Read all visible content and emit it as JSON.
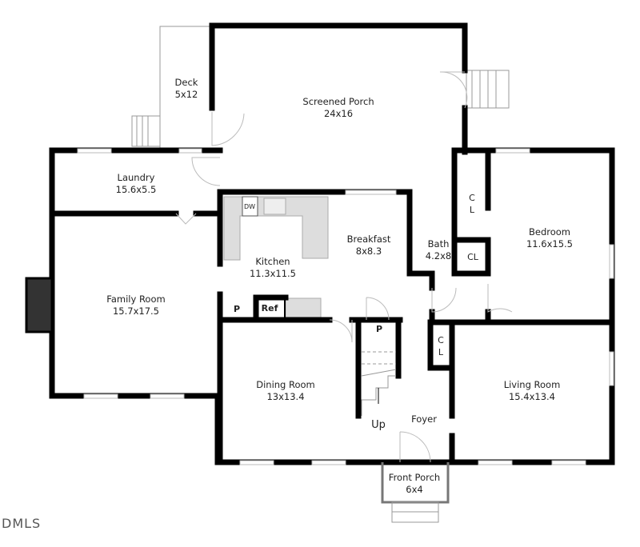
{
  "rooms": {
    "deck": {
      "name": "Deck",
      "size": "5x12"
    },
    "screened_porch": {
      "name": "Screened Porch",
      "size": "24x16"
    },
    "laundry": {
      "name": "Laundry",
      "size": "15.6x5.5"
    },
    "kitchen": {
      "name": "Kitchen",
      "size": "11.3x11.5"
    },
    "breakfast": {
      "name": "Breakfast",
      "size": "8x8.3"
    },
    "bath": {
      "name": "Bath",
      "size": "4.2x8"
    },
    "bedroom": {
      "name": "Bedroom",
      "size": "11.6x15.5"
    },
    "family_room": {
      "name": "Family Room",
      "size": "15.7x17.5"
    },
    "dining_room": {
      "name": "Dining Room",
      "size": "13x13.4"
    },
    "living_room": {
      "name": "Living Room",
      "size": "15.4x13.4"
    },
    "foyer": {
      "name": "Foyer"
    },
    "front_porch": {
      "name": "Front Porch",
      "size": "6x4"
    }
  },
  "fixtures": {
    "dishwasher": "DW",
    "fireplace": "FP",
    "pantry_kitchen": "P",
    "pantry_stair": "P",
    "refrigerator": "Ref",
    "closet_bedroom": "C\nL",
    "closet_bath": "CL",
    "closet_foyer": "C\nL",
    "stairs": "Up"
  },
  "logo": "DMLS"
}
